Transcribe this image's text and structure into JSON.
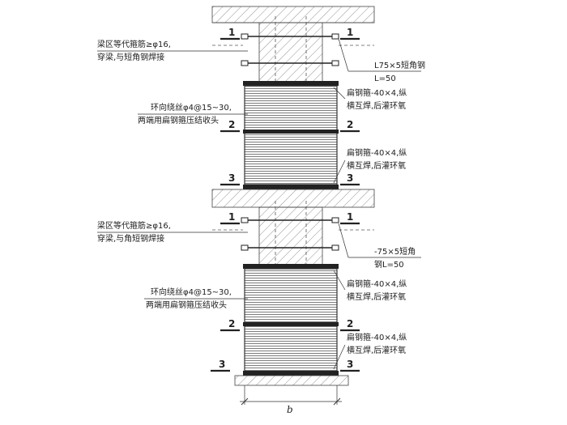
{
  "annotations": {
    "upper": {
      "stirrup_line1": "梁区等代箍筋≥φ16,",
      "stirrup_line2": "穿梁,与短角钢焊接",
      "angle_line1": "L75×5短角钢",
      "angle_line2": "L=50",
      "spiral_line1": "环向绕丝φ4@15~30,",
      "spiral_line2": "两端用扁钢箍压结收头",
      "hoop_a_line1": "扁钢箍-40×4,纵",
      "hoop_a_line2": "横互焊,后灌环氧",
      "hoop_b_line1": "扁钢箍-40×4,纵",
      "hoop_b_line2": "横互焊,后灌环氧"
    },
    "lower": {
      "stirrup_line1": "梁区等代箍筋≥φ16,",
      "stirrup_line2": "穿梁,与角短钢焊接",
      "angle_line1": "-75×5短角",
      "angle_line2": "钢L=50",
      "spiral_line1": "环向绕丝φ4@15~30,",
      "spiral_line2": "两端用扁钢箍压结收头",
      "hoop_a_line1": "扁钢箍-40×4,纵",
      "hoop_a_line2": "横互焊,后灌环氧",
      "hoop_b_line1": "扁钢箍-40×4,纵",
      "hoop_b_line2": "横互焊,后灌环氧"
    }
  },
  "section_marks": {
    "s1": "1",
    "s2": "2",
    "s3": "3"
  },
  "dimension": {
    "width_label": "b"
  }
}
